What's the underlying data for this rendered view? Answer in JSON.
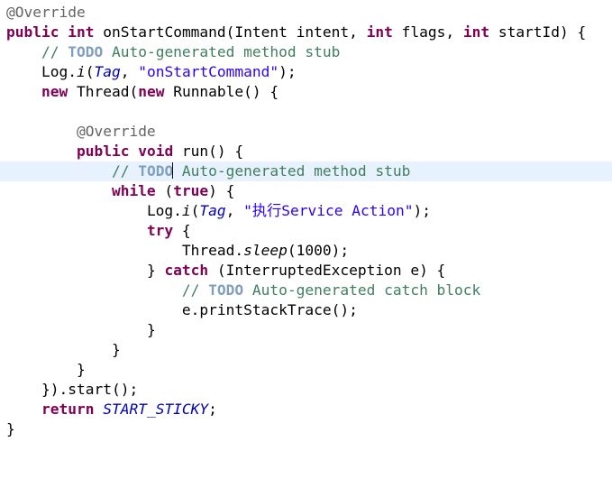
{
  "code": {
    "l1": {
      "annotation": "@Override"
    },
    "l2": {
      "kw_public": "public",
      "kw_int": "int",
      "t1": " onStartCommand(Intent intent, ",
      "kw_int2": "int",
      "t2": " flags, ",
      "kw_int3": "int",
      "t3": " startId) {"
    },
    "l3": {
      "c1": "// ",
      "todo": "TODO",
      "c2": " Auto-generated method stub"
    },
    "l4": {
      "t1": "Log.",
      "method": "i",
      "t2": "(",
      "field": "Tag",
      "t3": ", ",
      "str": "\"onStartCommand\"",
      "t4": ");"
    },
    "l5": {
      "kw_new": "new",
      "t1": " Thread(",
      "kw_new2": "new",
      "t2": " Runnable() {"
    },
    "l7": {
      "annotation": "@Override"
    },
    "l8": {
      "kw_public": "public",
      "kw_void": "void",
      "t1": " run() {"
    },
    "l9": {
      "c1": "// ",
      "todo": "TODO",
      "c2": " Auto-generated method stub"
    },
    "l10": {
      "kw_while": "while",
      "t1": " (",
      "kw_true": "true",
      "t2": ") {"
    },
    "l11": {
      "t1": "Log.",
      "method": "i",
      "t2": "(",
      "field": "Tag",
      "t3": ", ",
      "str": "\"执行Service Action\"",
      "t4": ");"
    },
    "l12": {
      "kw_try": "try",
      "t1": " {"
    },
    "l13": {
      "t1": "Thread.",
      "method": "sleep",
      "t2": "(1000);"
    },
    "l14": {
      "t1": "} ",
      "kw_catch": "catch",
      "t2": " (InterruptedException e) {"
    },
    "l15": {
      "c1": "// ",
      "todo": "TODO",
      "c2": " Auto-generated catch block"
    },
    "l16": {
      "t1": "e.printStackTrace();"
    },
    "l17": {
      "t1": "}"
    },
    "l18": {
      "t1": "}"
    },
    "l19": {
      "t1": "}"
    },
    "l20": {
      "t1": "}).start();"
    },
    "l21": {
      "kw_return": "return",
      "t1": " ",
      "const": "START_STICKY",
      "t2": ";"
    },
    "l22": {
      "t1": "}"
    }
  },
  "colors": {
    "keyword": "#7f0055",
    "annotation": "#646464",
    "comment": "#3f7f5f",
    "todo": "#7f9fbf",
    "string": "#2a00ff",
    "field": "#0000c0",
    "current_line": "#e8f2fe"
  }
}
